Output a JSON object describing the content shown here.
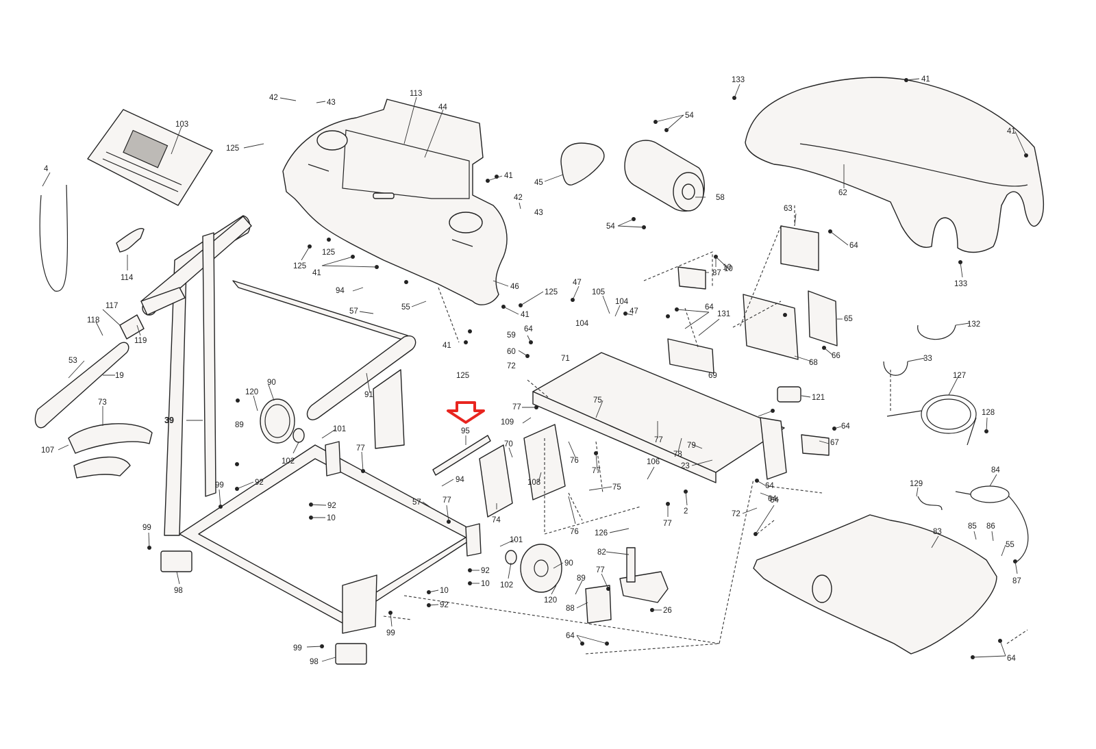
{
  "diagram": {
    "highlight": {
      "part": "95",
      "color": "#e8251f"
    },
    "labels": [
      {
        "id": "133a",
        "text": "133"
      },
      {
        "id": "41a",
        "text": "41"
      },
      {
        "id": "41b",
        "text": "41"
      },
      {
        "id": "62",
        "text": "62"
      },
      {
        "id": "133b",
        "text": "133"
      },
      {
        "id": "113",
        "text": "113"
      },
      {
        "id": "44",
        "text": "44"
      },
      {
        "id": "42a",
        "text": "42"
      },
      {
        "id": "43a",
        "text": "43"
      },
      {
        "id": "103",
        "text": "103"
      },
      {
        "id": "125a",
        "text": "125"
      },
      {
        "id": "54a",
        "text": "54"
      },
      {
        "id": "45",
        "text": "45"
      },
      {
        "id": "58",
        "text": "58"
      },
      {
        "id": "54b",
        "text": "54"
      },
      {
        "id": "41c",
        "text": "41"
      },
      {
        "id": "42b",
        "text": "42"
      },
      {
        "id": "43b",
        "text": "43"
      },
      {
        "id": "4",
        "text": "4"
      },
      {
        "id": "114",
        "text": "114"
      },
      {
        "id": "125b",
        "text": "125"
      },
      {
        "id": "125c",
        "text": "125"
      },
      {
        "id": "41d",
        "text": "41"
      },
      {
        "id": "63",
        "text": "63"
      },
      {
        "id": "64a",
        "text": "64"
      },
      {
        "id": "10a",
        "text": "10"
      },
      {
        "id": "87a",
        "text": "87"
      },
      {
        "id": "94a",
        "text": "94"
      },
      {
        "id": "46",
        "text": "46"
      },
      {
        "id": "125d",
        "text": "125"
      },
      {
        "id": "57a",
        "text": "57"
      },
      {
        "id": "55a",
        "text": "55"
      },
      {
        "id": "41e",
        "text": "41"
      },
      {
        "id": "47a",
        "text": "47"
      },
      {
        "id": "105",
        "text": "105"
      },
      {
        "id": "104a",
        "text": "104"
      },
      {
        "id": "47b",
        "text": "47"
      },
      {
        "id": "104b",
        "text": "104"
      },
      {
        "id": "64b",
        "text": "64"
      },
      {
        "id": "131",
        "text": "131"
      },
      {
        "id": "65",
        "text": "65"
      },
      {
        "id": "117",
        "text": "117"
      },
      {
        "id": "118",
        "text": "118"
      },
      {
        "id": "119",
        "text": "119"
      },
      {
        "id": "41f",
        "text": "41"
      },
      {
        "id": "59",
        "text": "59"
      },
      {
        "id": "64c",
        "text": "64"
      },
      {
        "id": "60",
        "text": "60"
      },
      {
        "id": "72a",
        "text": "72"
      },
      {
        "id": "125e",
        "text": "125"
      },
      {
        "id": "71",
        "text": "71"
      },
      {
        "id": "69",
        "text": "69"
      },
      {
        "id": "68",
        "text": "68"
      },
      {
        "id": "66",
        "text": "66"
      },
      {
        "id": "132",
        "text": "132"
      },
      {
        "id": "33",
        "text": "33"
      },
      {
        "id": "53",
        "text": "53"
      },
      {
        "id": "19",
        "text": "19"
      },
      {
        "id": "91",
        "text": "91"
      },
      {
        "id": "127",
        "text": "127"
      },
      {
        "id": "121",
        "text": "121"
      },
      {
        "id": "73",
        "text": "73"
      },
      {
        "id": "120a",
        "text": "120"
      },
      {
        "id": "90a",
        "text": "90"
      },
      {
        "id": "89a",
        "text": "89"
      },
      {
        "id": "39",
        "text": "39"
      },
      {
        "id": "95",
        "text": "95"
      },
      {
        "id": "77a",
        "text": "77"
      },
      {
        "id": "75a",
        "text": "75"
      },
      {
        "id": "109",
        "text": "109"
      },
      {
        "id": "64d",
        "text": "64"
      },
      {
        "id": "128",
        "text": "128"
      },
      {
        "id": "107",
        "text": "107"
      },
      {
        "id": "101a",
        "text": "101"
      },
      {
        "id": "102a",
        "text": "102"
      },
      {
        "id": "77b",
        "text": "77"
      },
      {
        "id": "70",
        "text": "70"
      },
      {
        "id": "76a",
        "text": "76"
      },
      {
        "id": "77c",
        "text": "77"
      },
      {
        "id": "78",
        "text": "78"
      },
      {
        "id": "79",
        "text": "79"
      },
      {
        "id": "64e",
        "text": "64"
      },
      {
        "id": "67b",
        "text": "67"
      },
      {
        "id": "10b",
        "text": "10"
      },
      {
        "id": "106",
        "text": "106"
      },
      {
        "id": "23",
        "text": "23"
      },
      {
        "id": "77d",
        "text": "77"
      },
      {
        "id": "84a",
        "text": "84"
      },
      {
        "id": "99a",
        "text": "99"
      },
      {
        "id": "92a",
        "text": "92"
      },
      {
        "id": "94b",
        "text": "94"
      },
      {
        "id": "108",
        "text": "108"
      },
      {
        "id": "75b",
        "text": "75"
      },
      {
        "id": "64f",
        "text": "64"
      },
      {
        "id": "129",
        "text": "129"
      },
      {
        "id": "92b",
        "text": "92"
      },
      {
        "id": "10c",
        "text": "10"
      },
      {
        "id": "57b",
        "text": "57"
      },
      {
        "id": "77e",
        "text": "77"
      },
      {
        "id": "74",
        "text": "74"
      },
      {
        "id": "2",
        "text": "2"
      },
      {
        "id": "72b",
        "text": "72"
      },
      {
        "id": "64g",
        "text": "64"
      },
      {
        "id": "77f",
        "text": "77"
      },
      {
        "id": "76b",
        "text": "76"
      },
      {
        "id": "99b",
        "text": "99"
      },
      {
        "id": "126",
        "text": "126"
      },
      {
        "id": "83",
        "text": "83"
      },
      {
        "id": "85",
        "text": "85"
      },
      {
        "id": "86",
        "text": "86"
      },
      {
        "id": "101b",
        "text": "101"
      },
      {
        "id": "82",
        "text": "82"
      },
      {
        "id": "55b",
        "text": "55"
      },
      {
        "id": "90b",
        "text": "90"
      },
      {
        "id": "92c",
        "text": "92"
      },
      {
        "id": "10d",
        "text": "10"
      },
      {
        "id": "102b",
        "text": "102"
      },
      {
        "id": "77g",
        "text": "77"
      },
      {
        "id": "89b",
        "text": "89"
      },
      {
        "id": "87b",
        "text": "87"
      },
      {
        "id": "98a",
        "text": "98"
      },
      {
        "id": "120b",
        "text": "120"
      },
      {
        "id": "10e",
        "text": "10"
      },
      {
        "id": "92d",
        "text": "92"
      },
      {
        "id": "88",
        "text": "88"
      },
      {
        "id": "26",
        "text": "26"
      },
      {
        "id": "99c",
        "text": "99"
      },
      {
        "id": "64h",
        "text": "64"
      },
      {
        "id": "99d",
        "text": "99"
      },
      {
        "id": "98b",
        "text": "98"
      },
      {
        "id": "64i",
        "text": "64"
      }
    ]
  }
}
